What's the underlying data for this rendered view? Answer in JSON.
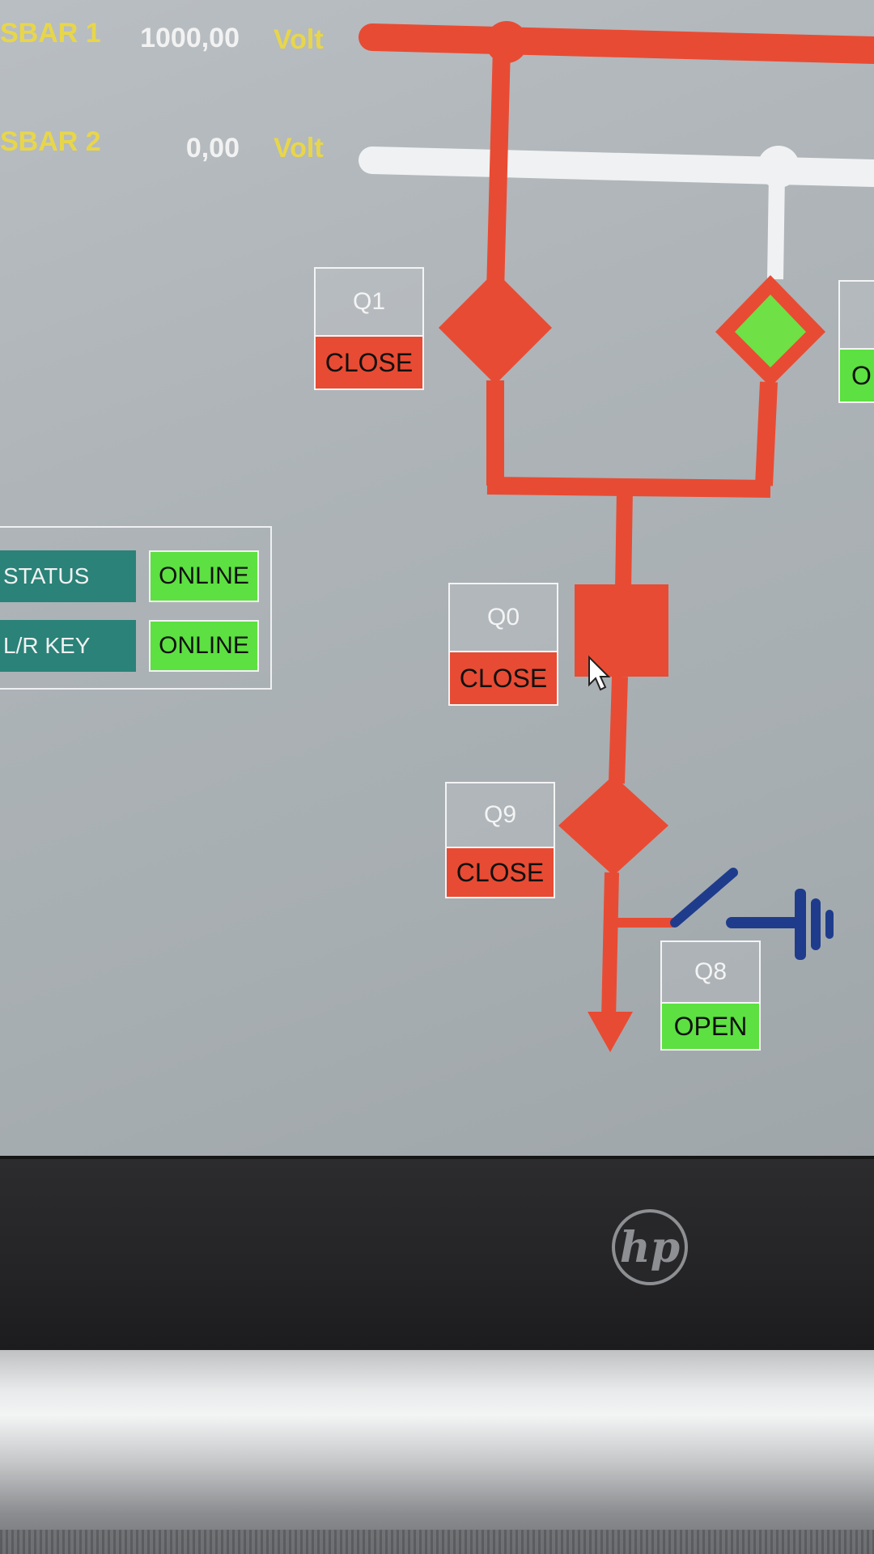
{
  "busbars": [
    {
      "label": "SBAR 1",
      "value": "1000,00",
      "unit": "Volt"
    },
    {
      "label": "SBAR 2",
      "value": "0,00",
      "unit": "Volt"
    }
  ],
  "breakers": {
    "q1": {
      "name": "Q1",
      "state": "CLOSE"
    },
    "q_right": {
      "state": "O"
    },
    "q0": {
      "name": "Q0",
      "state": "CLOSE"
    },
    "q9": {
      "name": "Q9",
      "state": "CLOSE"
    },
    "q8": {
      "name": "Q8",
      "state": "OPEN"
    }
  },
  "status_panel": {
    "rows": [
      {
        "key": "STATUS",
        "value": "ONLINE"
      },
      {
        "key": "L/R KEY",
        "value": "ONLINE"
      }
    ]
  },
  "colors": {
    "energized": "#e84b33",
    "deenergized": "#f2f2f2",
    "open_indicator": "#5de041",
    "earth": "#1f3c8c",
    "status_key_bg": "#2a8278"
  },
  "icons": {
    "cursor": "mouse-pointer-icon",
    "brand": "hp-logo-icon",
    "earth": "earth-ground-icon"
  }
}
